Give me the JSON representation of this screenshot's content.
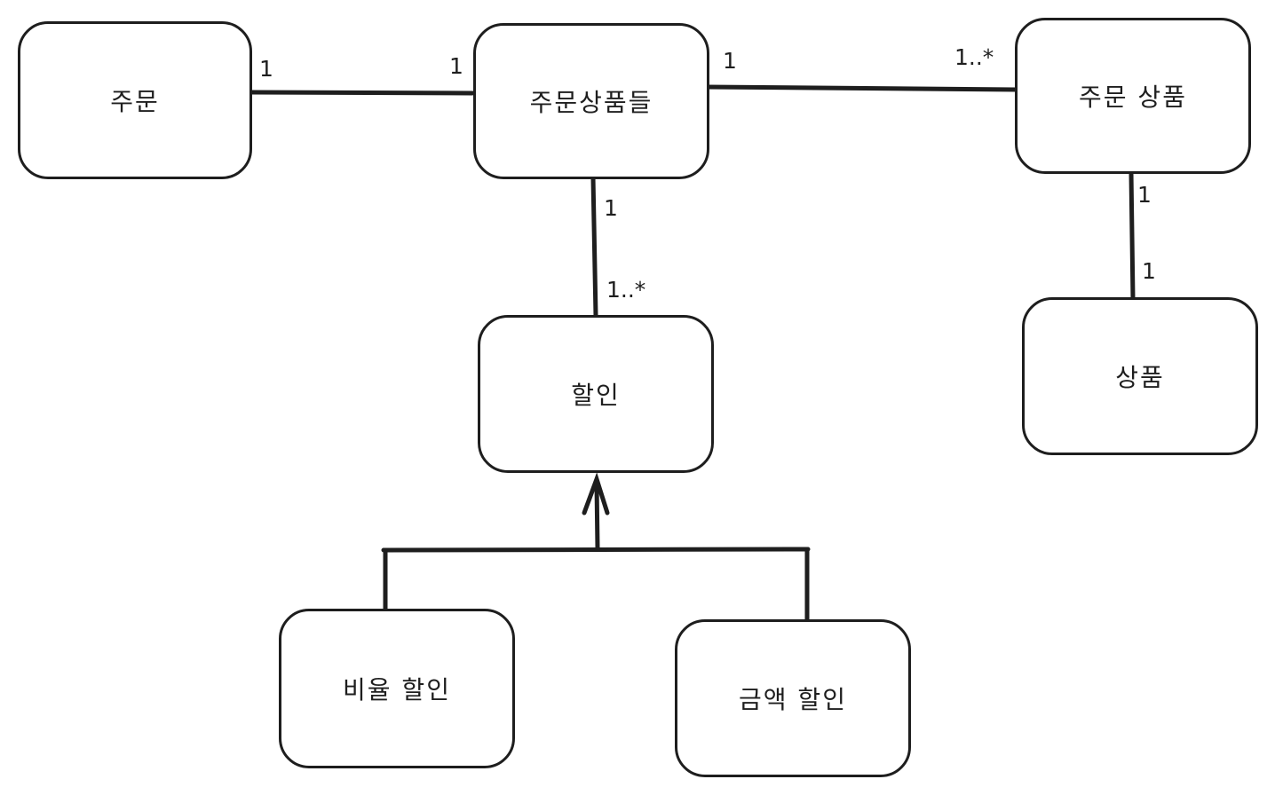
{
  "entities": {
    "order": "주문",
    "order_items": "주문상품들",
    "order_item": "주문 상품",
    "product": "상품",
    "discount": "할인",
    "rate_discount": "비율 할인",
    "amount_discount": "금액 할인"
  },
  "relations": {
    "order_to_order_items": {
      "left": "1",
      "right": "1"
    },
    "order_items_to_order_item": {
      "left": "1",
      "right": "1..*"
    },
    "order_items_to_discount": {
      "top": "1",
      "bottom": "1..*"
    },
    "order_item_to_product": {
      "top": "1",
      "bottom": "1"
    }
  }
}
